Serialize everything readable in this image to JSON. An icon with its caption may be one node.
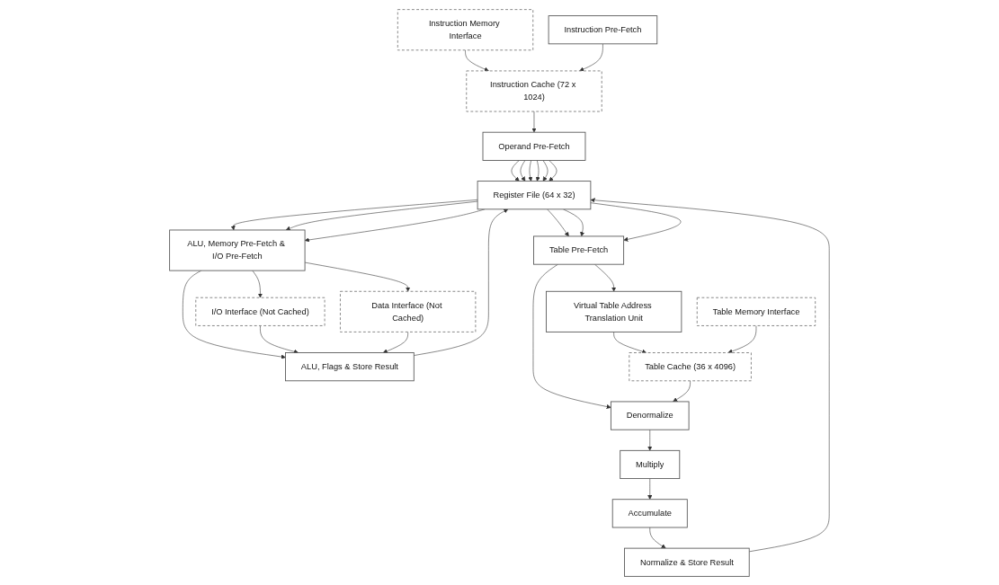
{
  "diagram": {
    "nodes": [
      {
        "text": [
          "Instruction Memory Interface"
        ]
      },
      {
        "text": [
          "Instruction Cache (72 x 1024)"
        ]
      },
      {
        "text": [
          "Instruction Pre-Fetch"
        ]
      },
      {
        "text": [
          "Operand Pre-Fetch"
        ]
      },
      {
        "text": [
          "I/O Interface (Not Cached)"
        ]
      },
      {
        "text": [
          "Data Interface (Not Cached)"
        ]
      },
      {
        "text": [
          "ALU, Memory Pre-Fetch & I/O Pre-Fetch"
        ]
      },
      {
        "text": [
          "ALU, Flags & Store Result"
        ]
      },
      {
        "text": [
          "Register File (64 x 32)"
        ]
      },
      {
        "text": [
          "Table Pre-Fetch"
        ]
      },
      {
        "text": [
          "Virtual Table Address Translation Unit"
        ]
      },
      {
        "text": [
          "Denormalize"
        ]
      },
      {
        "text": [
          "Table Cache (36 x 4096)"
        ]
      },
      {
        "text": [
          "Multiply"
        ]
      },
      {
        "text": [
          "Accumulate"
        ]
      },
      {
        "text": [
          "Table Memory Interface"
        ]
      },
      {
        "text": [
          "Normalize & Store Result"
        ]
      }
    ],
    "edges": [
      {
        "from": 0,
        "to": 1,
        "arrow": "to"
      },
      {
        "from": 2,
        "to": 1,
        "arrow": "to"
      },
      {
        "from": 1,
        "to": 3,
        "arrow": "to"
      },
      {
        "from": 3,
        "to": 8,
        "arrow": "to"
      },
      {
        "from": 3,
        "to": 8,
        "arrow": "to"
      },
      {
        "from": 3,
        "to": 8,
        "arrow": "to"
      },
      {
        "from": 3,
        "to": 8,
        "arrow": "to"
      },
      {
        "from": 3,
        "to": 8,
        "arrow": "to"
      },
      {
        "from": 3,
        "to": 8,
        "arrow": "to"
      },
      {
        "from": 8,
        "to": 6,
        "arrow": "to"
      },
      {
        "from": 8,
        "to": 6,
        "arrow": "to"
      },
      {
        "from": 8,
        "to": 6,
        "arrow": "to"
      },
      {
        "from": 6,
        "to": 4,
        "arrow": "to"
      },
      {
        "from": 6,
        "to": 5,
        "arrow": "to"
      },
      {
        "from": 6,
        "to": 7,
        "arrow": "to"
      },
      {
        "from": 4,
        "to": 7,
        "arrow": "to"
      },
      {
        "from": 5,
        "to": 7,
        "arrow": "to"
      },
      {
        "from": 7,
        "to": 8,
        "arrow": "to"
      },
      {
        "from": 8,
        "to": 9,
        "arrow": "to"
      },
      {
        "from": 8,
        "to": 9,
        "arrow": "to"
      },
      {
        "from": 8,
        "to": 9,
        "arrow": "to"
      },
      {
        "from": 9,
        "to": 10,
        "arrow": "to"
      },
      {
        "from": 9,
        "to": 11,
        "arrow": "to"
      },
      {
        "from": 10,
        "to": 12,
        "arrow": "to"
      },
      {
        "from": 12,
        "to": 11,
        "arrow": "to"
      },
      {
        "from": 15,
        "to": 12,
        "arrow": "to"
      },
      {
        "from": 11,
        "to": 13,
        "arrow": "to"
      },
      {
        "from": 13,
        "to": 14,
        "arrow": "to"
      },
      {
        "from": 14,
        "to": 16,
        "arrow": "to"
      },
      {
        "from": 16,
        "to": 8,
        "arrow": "to"
      }
    ]
  }
}
